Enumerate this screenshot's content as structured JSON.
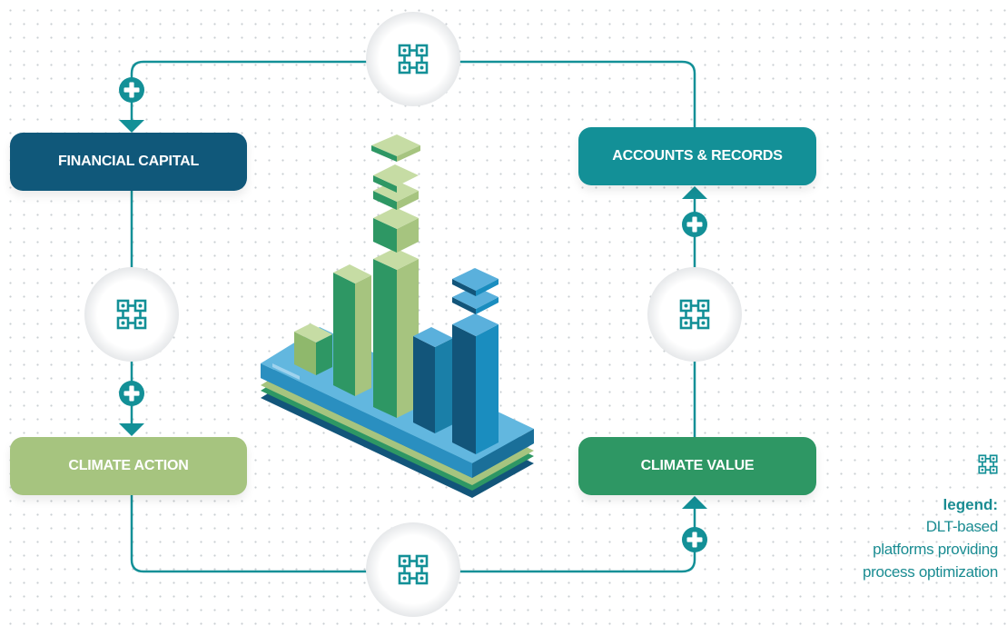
{
  "boxes": {
    "financial_capital": "FINANCIAL CAPITAL",
    "accounts_records": "ACCOUNTS & RECORDS",
    "climate_action": "CLIMATE ACTION",
    "climate_value": "CLIMATE VALUE"
  },
  "legend": {
    "title": "legend:",
    "description_lines": [
      "DLT-based",
      "platforms providing",
      "process optimization"
    ]
  },
  "icons": {
    "node": "dlt-network-icon",
    "plus": "plus-circle-icon",
    "arrow": "arrow-head-icon"
  },
  "colors": {
    "teal": "#139097",
    "navy": "#10587a",
    "light_green": "#a6c47f",
    "green": "#2e9764",
    "blue": "#5ab0dc"
  }
}
